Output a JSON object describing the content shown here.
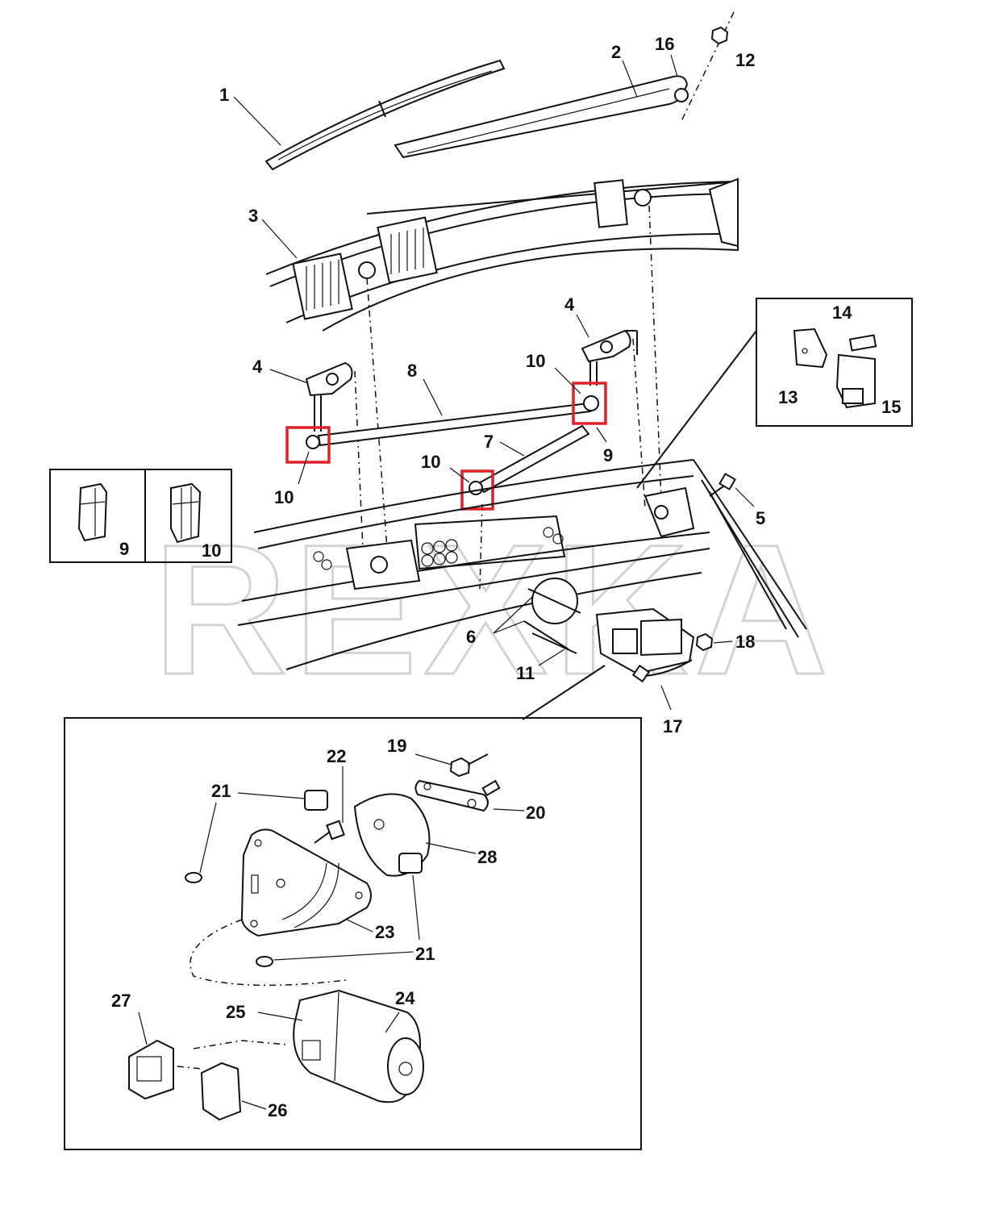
{
  "watermark": "REXKA",
  "callouts": {
    "c1": "1",
    "c2": "2",
    "c3": "3",
    "c4a": "4",
    "c4b": "4",
    "c5": "5",
    "c6": "6",
    "c7": "7",
    "c8": "8",
    "c9a": "9",
    "c10a": "10",
    "c10b": "10",
    "c10c": "10",
    "c11": "11",
    "c12": "12",
    "c13": "13",
    "c14": "14",
    "c15": "15",
    "c16": "16",
    "c17": "17",
    "c18": "18",
    "c19": "19",
    "c20": "20",
    "c21a": "21",
    "c21b": "21",
    "c22": "22",
    "c23": "23",
    "c24": "24",
    "c25": "25",
    "c26": "26",
    "c27": "27",
    "c28": "28",
    "inset9": "9",
    "inset10": "10"
  },
  "highlight_color": "#e0202a"
}
